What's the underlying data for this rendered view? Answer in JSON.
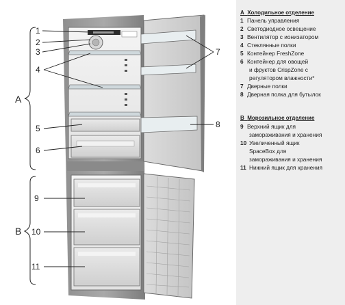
{
  "diagram": {
    "callouts": {
      "c1": "1",
      "c2": "2",
      "c3": "3",
      "c4": "4",
      "c5": "5",
      "c6": "6",
      "c7": "7",
      "c8": "8",
      "c9": "9",
      "c10": "10",
      "c11": "11",
      "group_a": "A",
      "group_b": "B"
    }
  },
  "legend": {
    "section_a": {
      "letter": "A",
      "title": "Холодильное отделение"
    },
    "items_a": [
      {
        "num": "1",
        "text": "Панель управления"
      },
      {
        "num": "2",
        "text": "Светодиодное освещение"
      },
      {
        "num": "3",
        "text": "Вентилятор с ионизатором"
      },
      {
        "num": "4",
        "text": "Стеклянные полки"
      },
      {
        "num": "5",
        "text": "Контейнер FreshZone"
      },
      {
        "num": "6",
        "text": "Контейнер для овощей",
        "cont": [
          "и фруктов CrispZone с",
          "регулятором влажности*"
        ]
      },
      {
        "num": "7",
        "text": "Дверные полки"
      },
      {
        "num": "8",
        "text": "Дверная полка для бутылок"
      }
    ],
    "section_b": {
      "letter": "B",
      "title": "Морозильное отделение"
    },
    "items_b": [
      {
        "num": "9",
        "text": "Верхний ящик для",
        "cont": [
          "замораживания и хранения"
        ]
      },
      {
        "num": "10",
        "text": "Увеличенный ящик",
        "cont": [
          "SpaceBox для",
          "замораживания и хранения"
        ]
      },
      {
        "num": "11",
        "text": "Нижний ящик для хранения"
      }
    ]
  }
}
